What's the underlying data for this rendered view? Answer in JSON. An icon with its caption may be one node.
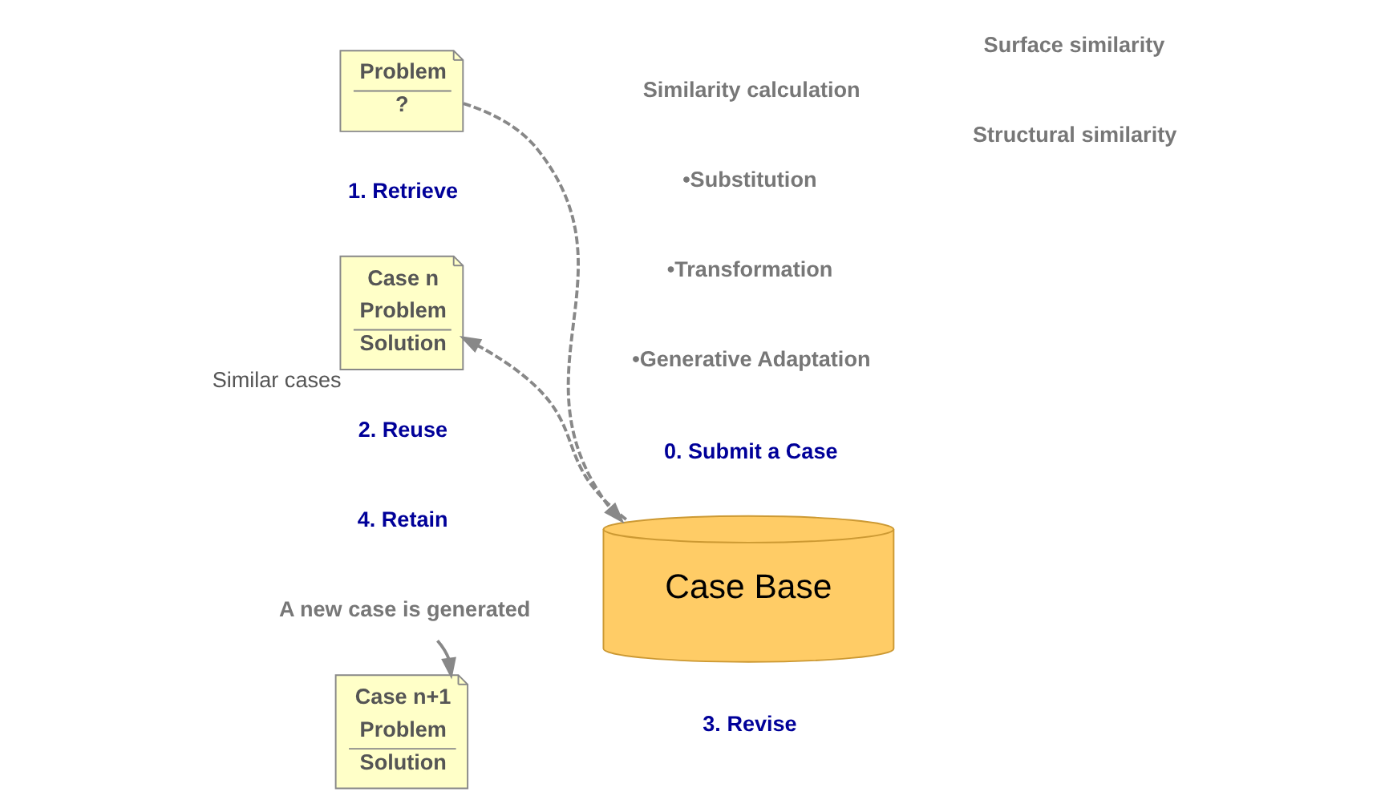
{
  "diagram": {
    "nodes": [
      {
        "text": [
          "Problem",
          "?"
        ]
      },
      {
        "text": [
          "Case Base"
        ]
      },
      {
        "text": [
          "Case n",
          "Problem",
          "Solution"
        ],
        "beside": [
          "Similar cases"
        ]
      },
      {
        "text": [
          "A new case is generated"
        ]
      },
      {
        "text": [
          "Case n+1",
          "Problem",
          "Solution"
        ]
      }
    ],
    "edges": [
      {
        "from": 0,
        "to": 1,
        "arrow": "to",
        "style": "dashed"
      },
      {
        "from": 1,
        "to": 2,
        "arrow": "to",
        "style": "dashed"
      },
      {
        "from": 3,
        "to": 4,
        "arrow": "to"
      }
    ],
    "labels": [
      "0. Submit a Case",
      "Similarity calculation",
      "Surface similarity",
      "Structural similarity",
      "4. Retain",
      "1. Retrieve",
      "2. Reuse",
      "3. Revise",
      "•Substitution",
      "•Transformation",
      "•Generative Adaptation"
    ]
  }
}
